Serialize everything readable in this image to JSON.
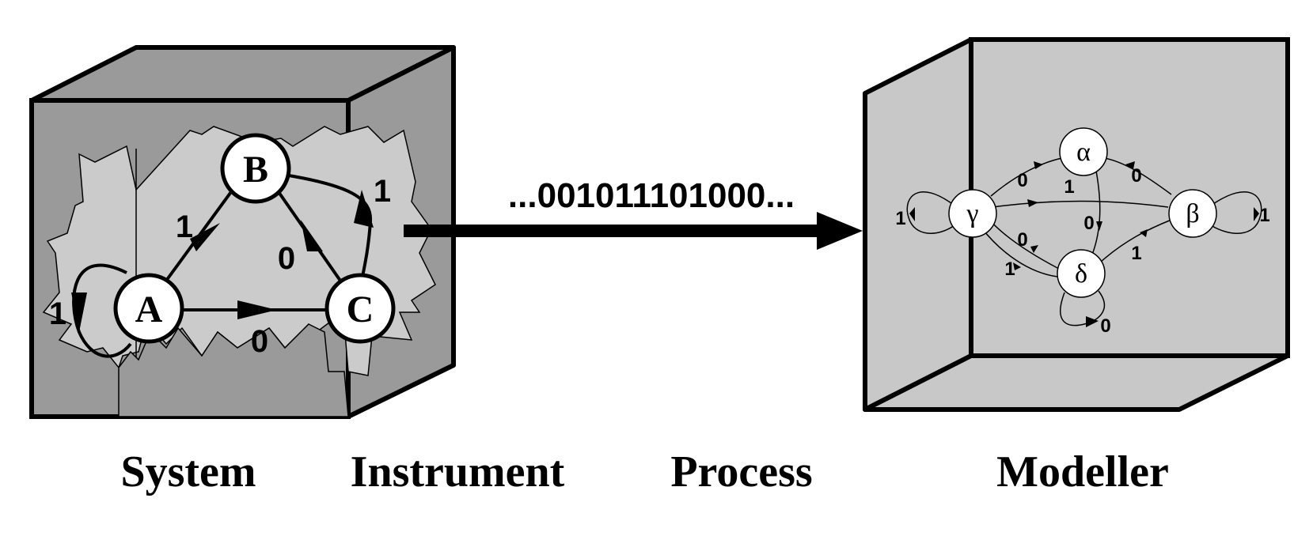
{
  "labels": {
    "system": "System",
    "instrument": "Instrument",
    "process": "Process",
    "modeller": "Modeller"
  },
  "stream": "...001011101000...",
  "system_machine": {
    "nodes": {
      "A": "A",
      "B": "B",
      "C": "C"
    },
    "edges": {
      "b_to_a": "1",
      "b_to_c": "0",
      "a_to_c": "0",
      "c_to_b": "1",
      "a_self": "1"
    }
  },
  "model_machine": {
    "nodes": {
      "alpha": "α",
      "beta": "β",
      "gamma": "γ",
      "delta": "δ"
    },
    "edges": {
      "gamma_self": "1",
      "beta_self": "1",
      "delta_self": "0",
      "gamma_to_alpha": "0",
      "gamma_to_beta": "1",
      "beta_to_alpha": "0",
      "alpha_to_delta": "0",
      "delta_to_gamma": "0",
      "gamma_to_delta": "1",
      "beta_to_delta": "1"
    }
  },
  "colors": {
    "cube_dark": "#9a9a9a",
    "cube_light": "#c8c8c8",
    "cutaway": "#cbcbcb",
    "stroke": "#000000",
    "node_fill": "#ffffff"
  }
}
